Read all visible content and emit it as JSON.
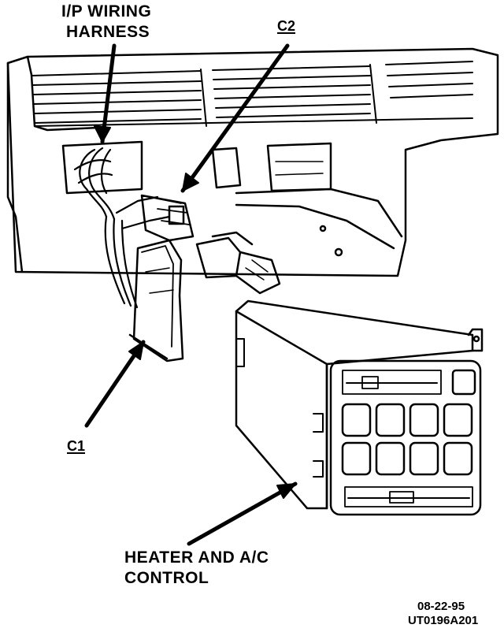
{
  "labels": {
    "wiring_harness_line1": "I/P WIRING",
    "wiring_harness_line2": "HARNESS",
    "connector_c2": "C2",
    "connector_c1": "C1",
    "control_line1": "HEATER AND A/C",
    "control_line2": "CONTROL"
  },
  "footer": {
    "date": "08-22-95",
    "figure_id": "UT0196A201"
  }
}
